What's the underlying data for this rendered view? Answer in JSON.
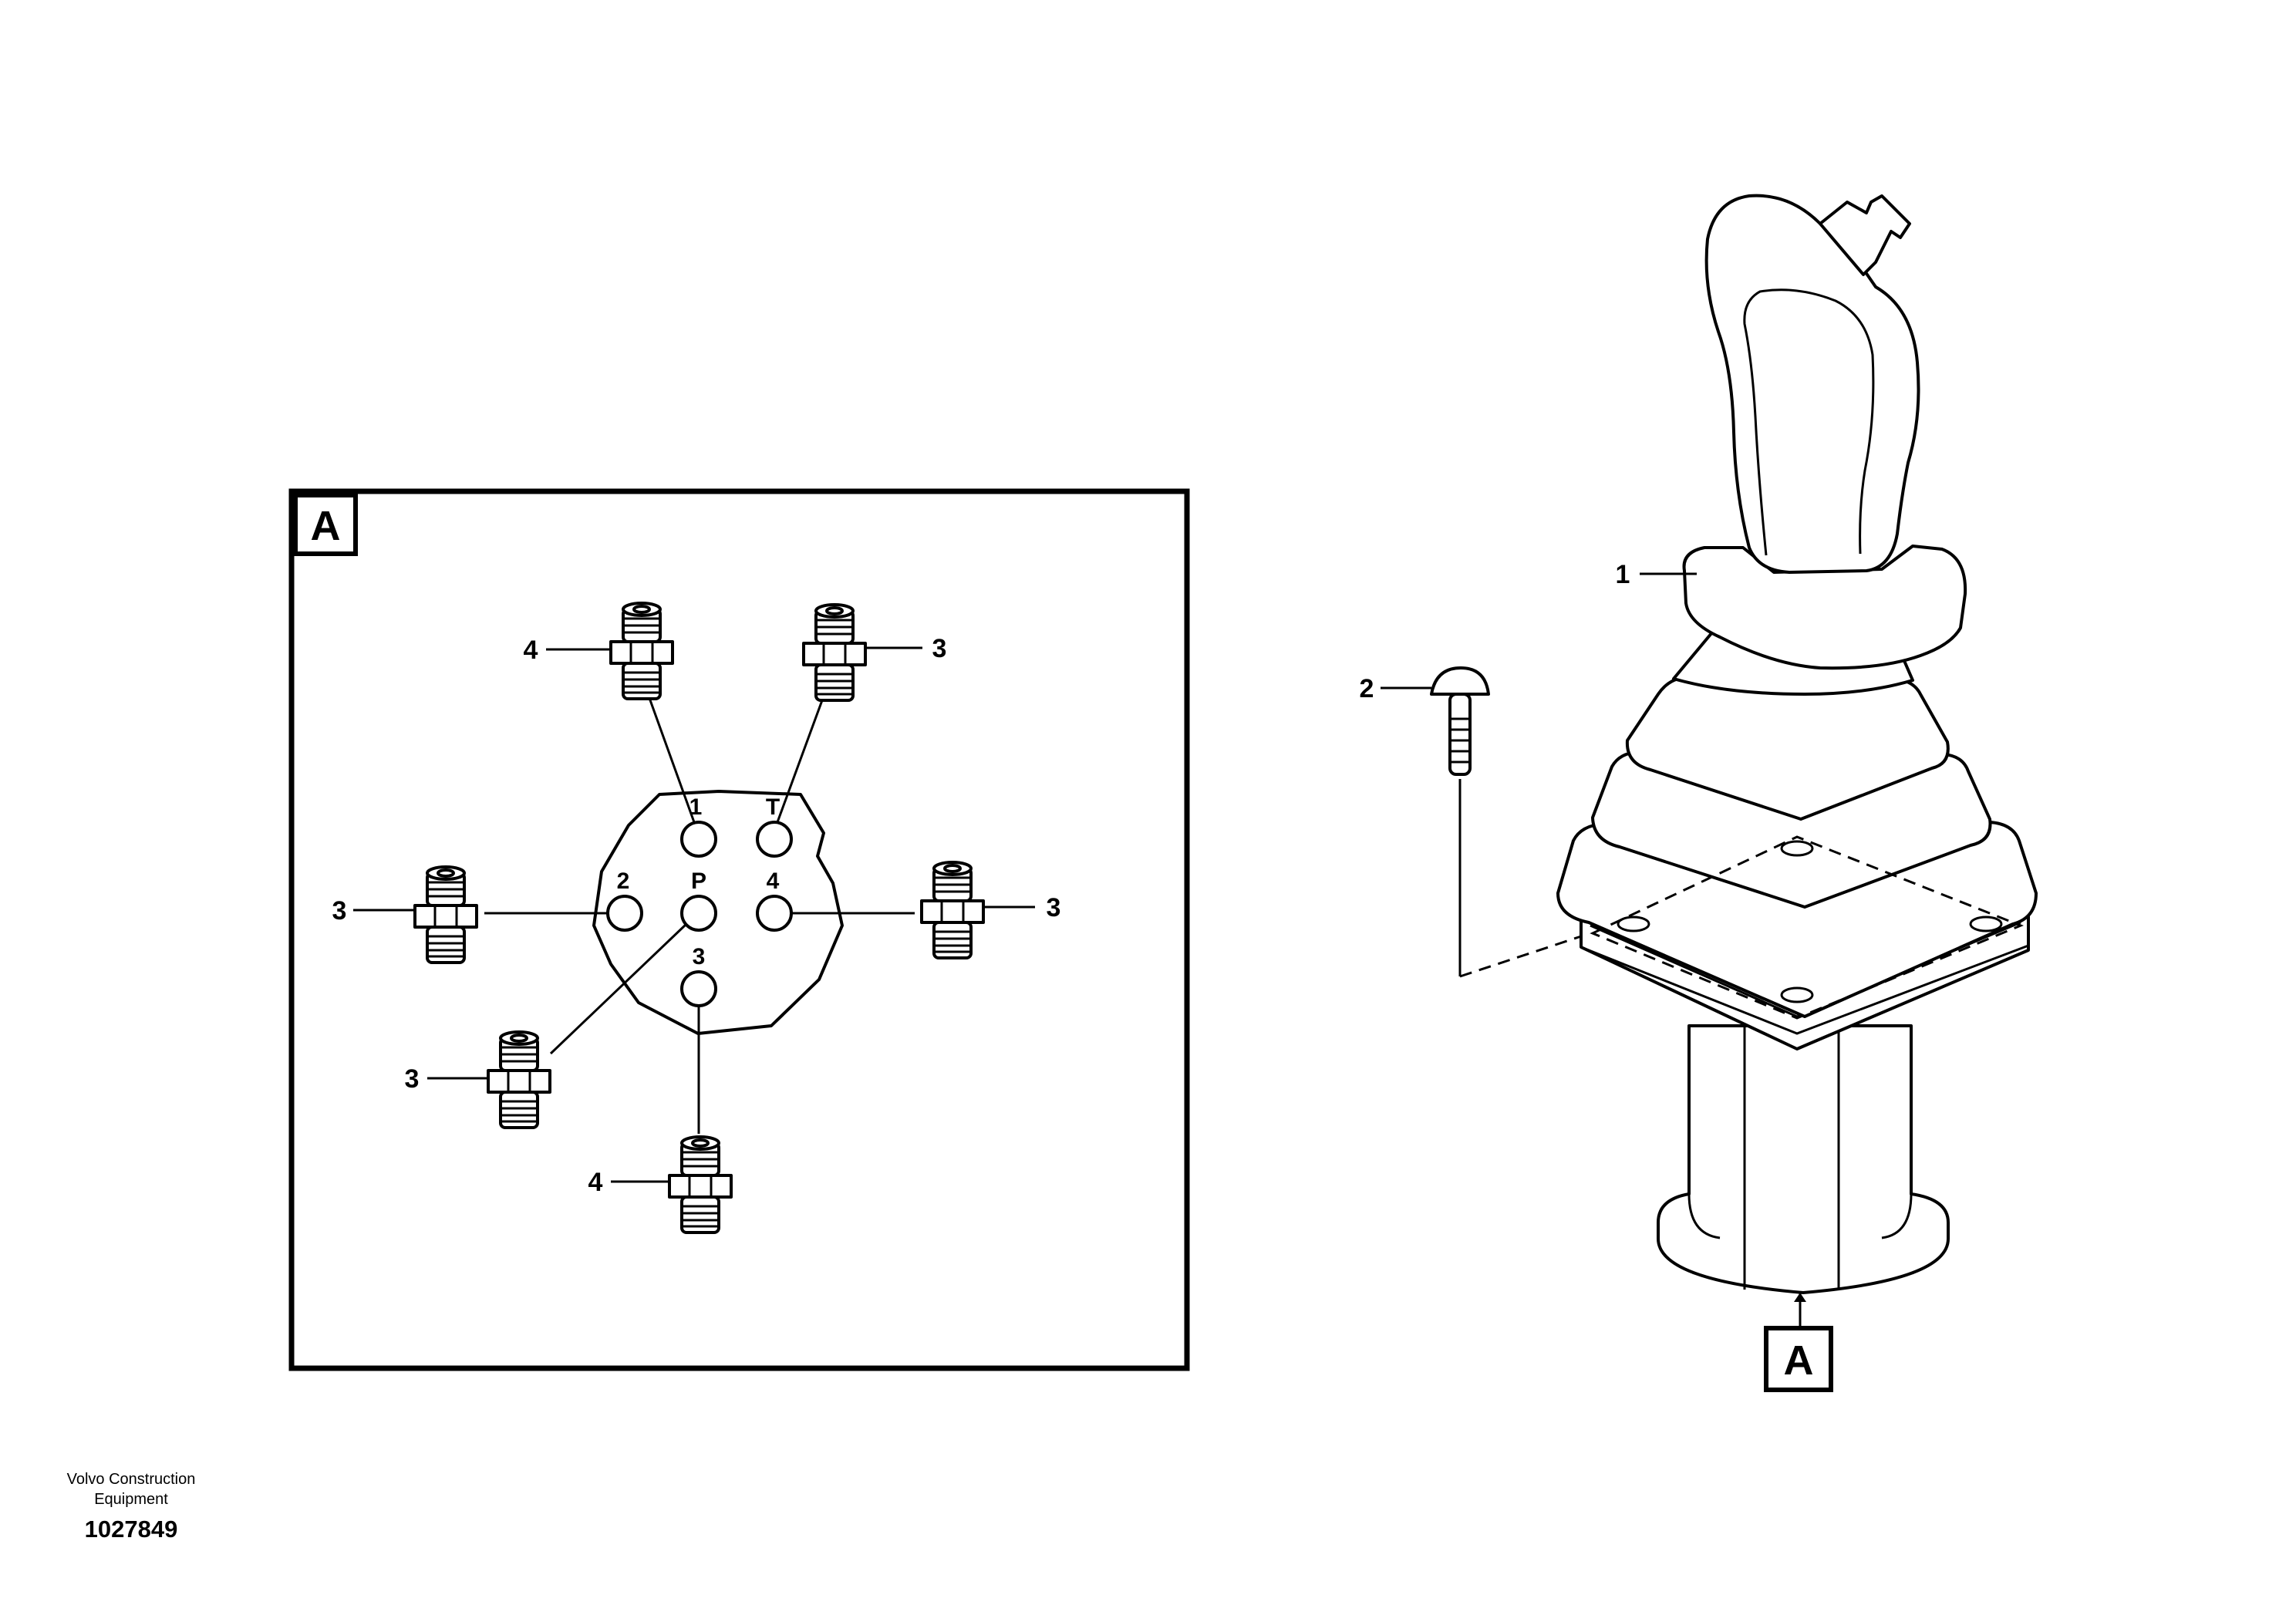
{
  "detail_view": {
    "letter": "A",
    "ports": {
      "p1": "1",
      "pT": "T",
      "p2": "2",
      "pP": "P",
      "p4": "4",
      "p3": "3"
    },
    "callouts": {
      "top_left": "4",
      "top_right": "3",
      "mid_left": "3",
      "mid_right": "3",
      "low_left": "3",
      "bottom": "4"
    }
  },
  "assembly": {
    "callouts": {
      "lever": "1",
      "screw": "2"
    },
    "view_ref": "A"
  },
  "footer": {
    "company_line1": "Volvo Construction",
    "company_line2": "Equipment",
    "document_number": "1027849"
  }
}
